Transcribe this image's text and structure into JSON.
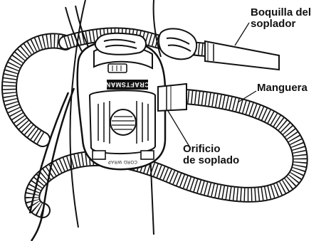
{
  "figure": {
    "brand_text": "CRAFTSMAN",
    "cord_wrap_text": "CORD WRAP",
    "parts": [
      "hose",
      "blower-nozzle",
      "blower-port",
      "blower-body",
      "shoulder-strap",
      "power-cord",
      "operator-hands"
    ]
  },
  "callouts": {
    "nozzle": {
      "line1": "Boquilla del",
      "line2": "soplador"
    },
    "hose": {
      "line1": "Manguera"
    },
    "port": {
      "line1": "Orificio",
      "line2": "de soplado"
    }
  },
  "colors": {
    "ink": "#111111",
    "paper": "#ffffff"
  }
}
